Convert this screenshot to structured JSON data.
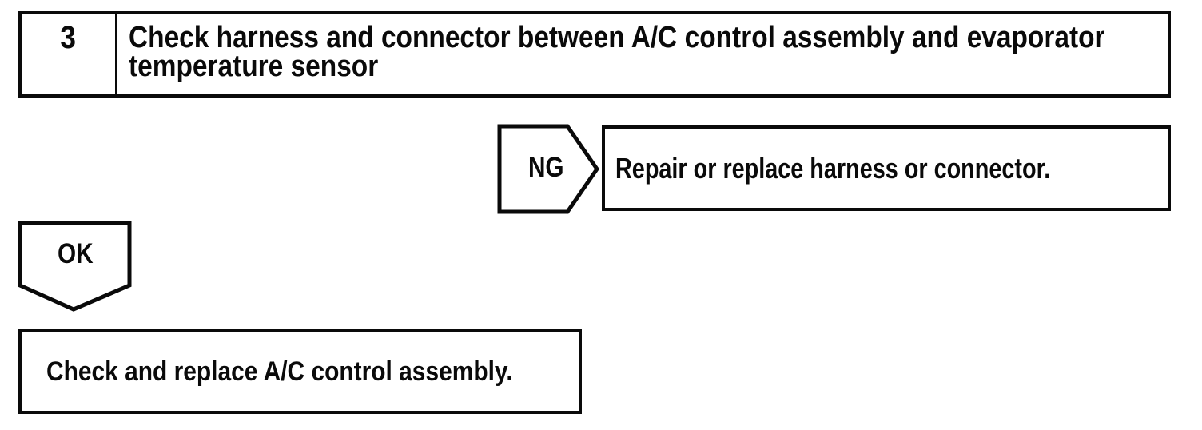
{
  "flowchart": {
    "step": {
      "number": "3",
      "instruction": "Check harness and connector between A/C control assembly and evaporator temperature sensor"
    },
    "ng_branch": {
      "label": "NG",
      "action": "Repair or replace harness or connector."
    },
    "ok_branch": {
      "label": "OK",
      "action": "Check and replace A/C control assembly."
    }
  },
  "colors": {
    "ink": "#0a0a0a",
    "paper": "#ffffff"
  }
}
